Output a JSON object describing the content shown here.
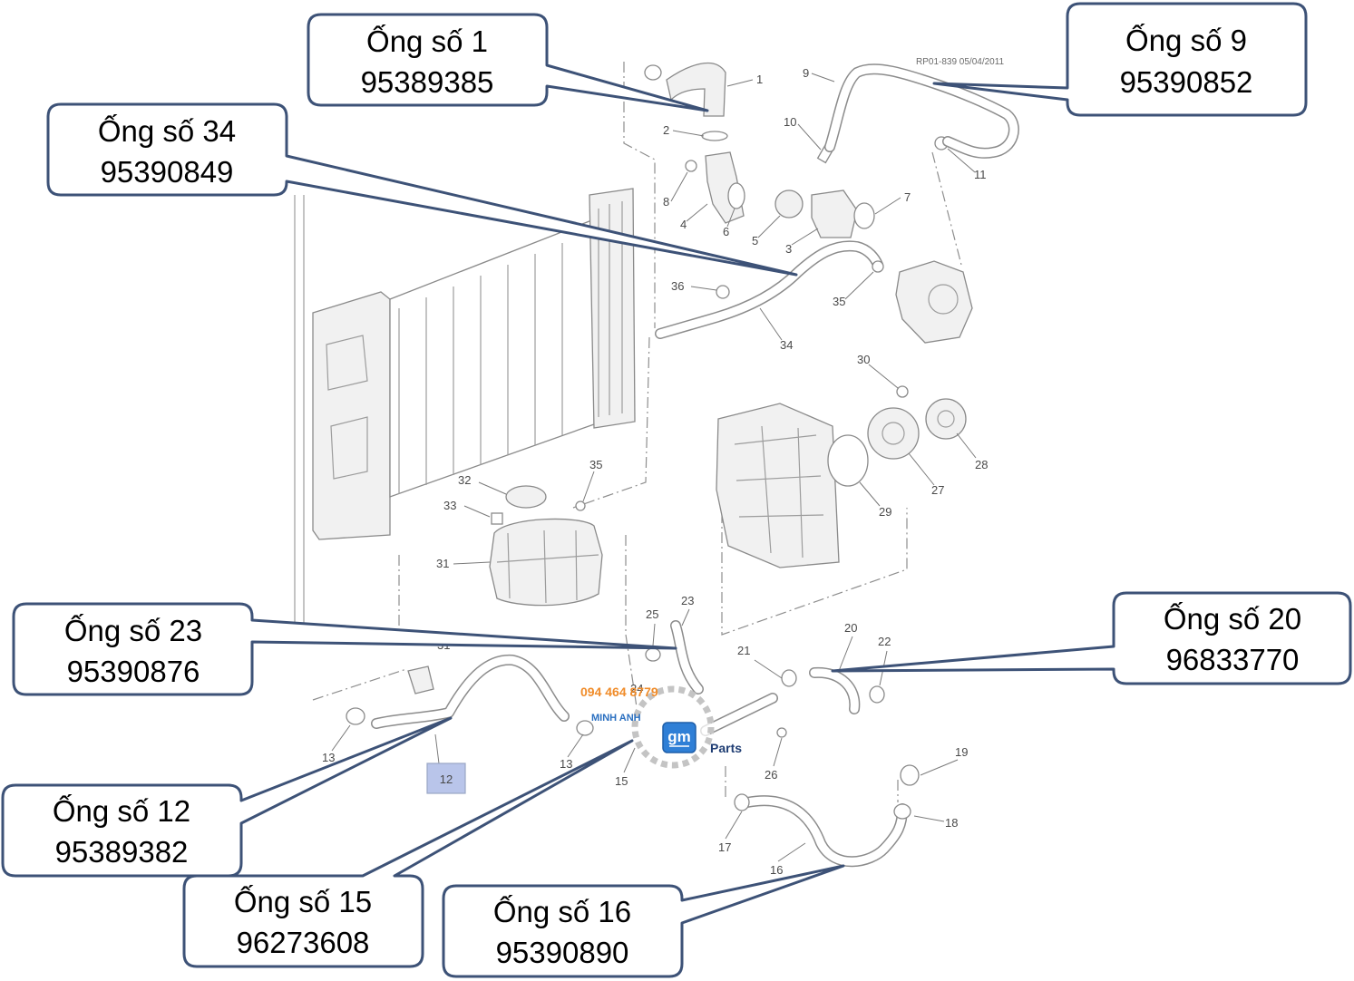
{
  "diagram": {
    "reference_code": "RP01-839 05/04/2011",
    "highlighted_label": "12",
    "part_labels": [
      "1",
      "2",
      "8",
      "4",
      "6",
      "5",
      "3",
      "7",
      "9",
      "10",
      "11",
      "36",
      "35",
      "34",
      "30",
      "28",
      "27",
      "29",
      "32",
      "35",
      "33",
      "31",
      "25",
      "23",
      "21",
      "20",
      "22",
      "31",
      "24",
      "13",
      "13",
      "15",
      "26",
      "19",
      "18",
      "17",
      "16"
    ]
  },
  "callouts": [
    {
      "title": "Ống số 1",
      "part_number": "95389385"
    },
    {
      "title": "Ống số 9",
      "part_number": "95390852"
    },
    {
      "title": "Ống số 34",
      "part_number": "95390849"
    },
    {
      "title": "Ống số 23",
      "part_number": "95390876"
    },
    {
      "title": "Ống số 20",
      "part_number": "96833770"
    },
    {
      "title": "Ống số 12",
      "part_number": "95389382"
    },
    {
      "title": "Ống số 15",
      "part_number": "96273608"
    },
    {
      "title": "Ống số 16",
      "part_number": "95390890"
    }
  ],
  "watermark": {
    "phone": "094 464 8779",
    "shop": "MINH ANH",
    "brand": "gm",
    "suffix": "Parts"
  },
  "colors": {
    "callout_stroke": "#3d5277",
    "watermark_phone": "#f08c2a",
    "watermark_shop": "#2a6fc0",
    "gm_logo": "#2f7fd6",
    "highlight_fill": "#b9c5ea"
  }
}
